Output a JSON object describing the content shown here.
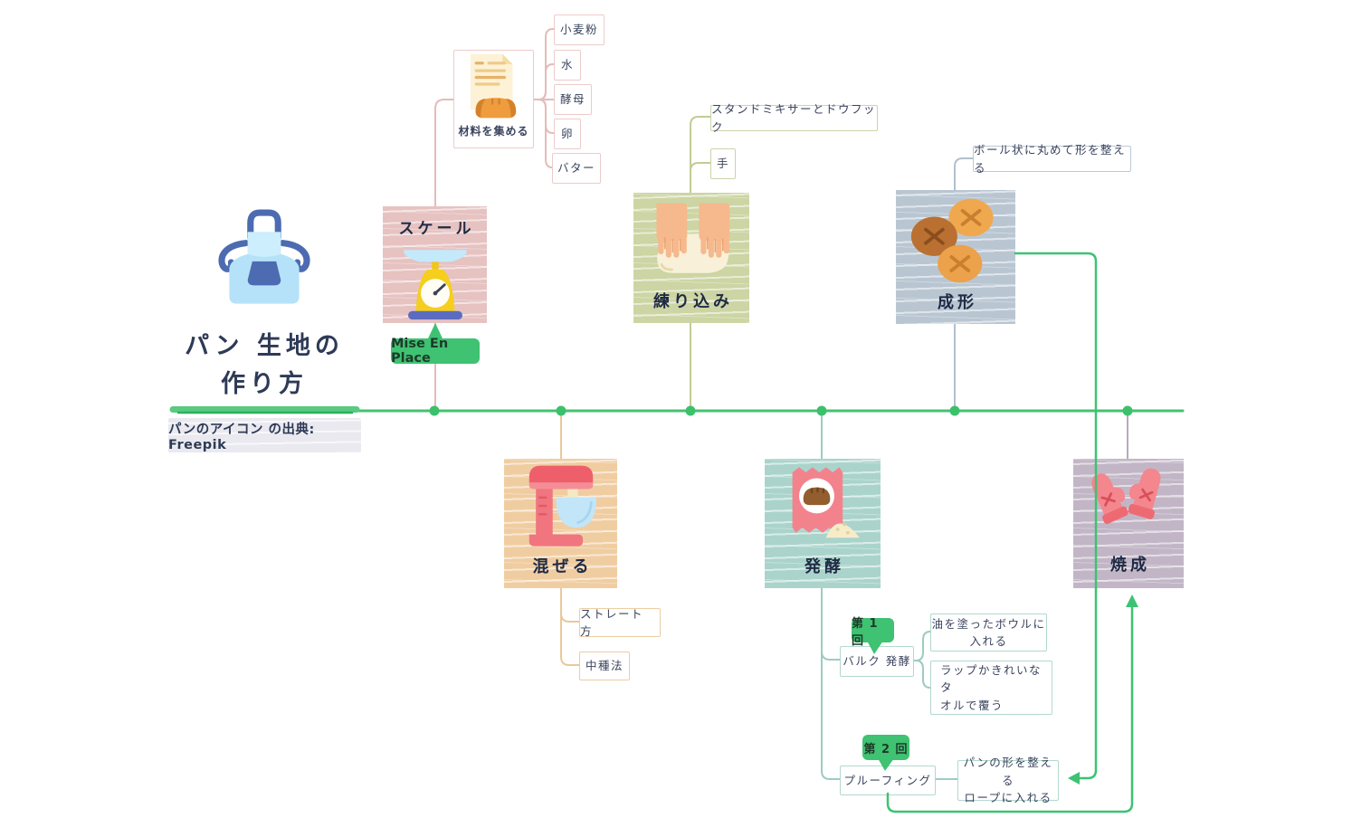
{
  "title": {
    "line1": "パン 生地の",
    "line2": "作り方"
  },
  "attribution": "パンのアイコン の出典: Freepik",
  "mise_badge": "Mise En Place",
  "stages": {
    "scale": {
      "label": "スケール",
      "icon": "kitchen-scale-icon"
    },
    "gather": {
      "label": "材料を集める",
      "icon": "recipe-and-bread-icon",
      "ingredients": [
        "小麦粉",
        "水",
        "酵母",
        "卵",
        "バター"
      ]
    },
    "knead": {
      "label": "練り込み",
      "icon": "kneading-hands-icon",
      "methods": [
        "スタンドミキサーとドウフック",
        "手"
      ]
    },
    "shape": {
      "label": "成形",
      "icon": "bread-rolls-icon",
      "note": "ボール状に丸めて形を整える"
    },
    "mix": {
      "label": "混ぜる",
      "icon": "stand-mixer-icon",
      "methods": [
        "ストレート 方",
        "中種法"
      ]
    },
    "ferment": {
      "label": "発酵",
      "icon": "yeast-packet-icon",
      "round1": {
        "badge": "第 1 回",
        "label": "バルク 発酵",
        "steps": [
          "油を塗ったボウルに\n入れる",
          "ラップかきれいなタ\nオルで覆う"
        ]
      },
      "round2": {
        "badge": "第 2 回",
        "label": "プルーフィング",
        "steps": [
          "パンの形を整える\nロープに入れる"
        ]
      }
    },
    "bake": {
      "label": "焼成",
      "icon": "oven-mitts-icon"
    }
  },
  "colors": {
    "accent_green": "#3fc271",
    "scale_pink": "#e6c2c1",
    "knead_olive": "#ccd5a3",
    "shape_bluegray": "#b9c6d2",
    "mix_tan": "#f0cda1",
    "ferment_teal": "#aad4cb",
    "bake_mauve": "#c2b6c6",
    "text_dark": "#2e3a56"
  }
}
